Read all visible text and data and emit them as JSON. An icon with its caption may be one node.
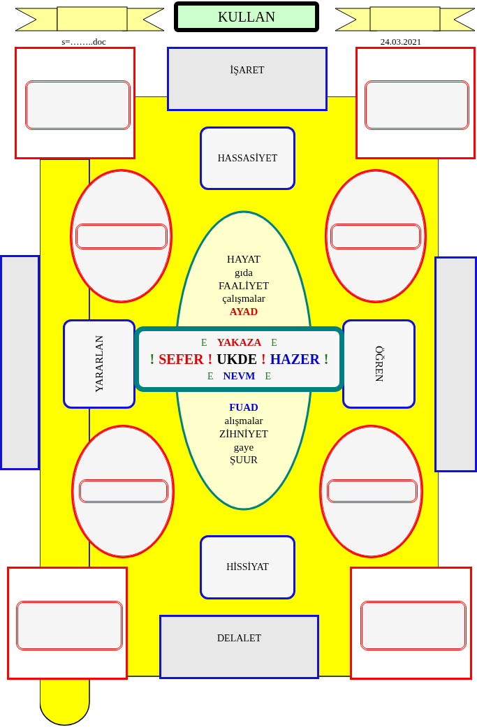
{
  "diagram": {
    "nodes": [
      {
        "text": [],
        "shape": "ribbon"
      },
      {
        "text": [
          "KULLAN"
        ]
      },
      {
        "text": [],
        "shape": "ribbon"
      },
      {
        "text": [],
        "shape": "box"
      },
      {
        "text": [],
        "shape": "box",
        "in": 3
      },
      {
        "text": [
          "İŞARET"
        ]
      },
      {
        "text": [],
        "shape": "box"
      },
      {
        "text": [],
        "shape": "box",
        "in": 6
      },
      {
        "text": [
          "HASSASİYET"
        ]
      },
      {
        "text": [],
        "shape": "ellipse"
      },
      {
        "text": [],
        "shape": "box",
        "in": 9
      },
      {
        "text": [],
        "shape": "ellipse"
      },
      {
        "text": [],
        "shape": "box",
        "in": 11
      },
      {
        "text": [
          "HAYAT",
          "gıda",
          "FAALİYET",
          "çalışmalar",
          "AYAD",
          "FUAD",
          "alışmalar",
          "ZİHNİYET",
          "gaye",
          "ŞUUR"
        ]
      },
      {
        "text": [],
        "shape": "box"
      },
      {
        "text": [],
        "shape": "box"
      },
      {
        "text": [
          "YARARLAN"
        ]
      },
      {
        "text": [
          "E",
          "YAKAZA",
          "E",
          "!",
          "SEFER",
          "!",
          "UKDE",
          "!",
          "HAZER",
          "!",
          "E",
          "NEVM",
          "E"
        ]
      },
      {
        "text": [
          "ÖĞREN"
        ]
      },
      {
        "text": [],
        "shape": "ellipse"
      },
      {
        "text": [],
        "shape": "box",
        "in": 19
      },
      {
        "text": [],
        "shape": "ellipse"
      },
      {
        "text": [],
        "shape": "box",
        "in": 21
      },
      {
        "text": [
          "HİSSİYAT"
        ]
      },
      {
        "text": [],
        "shape": "box"
      },
      {
        "text": [],
        "shape": "box",
        "in": 24
      },
      {
        "text": [],
        "shape": "box"
      },
      {
        "text": [],
        "shape": "box",
        "in": 26
      },
      {
        "text": [
          "DELALET"
        ]
      }
    ],
    "labels": [
      "s=……..doc",
      "24.03.2021"
    ]
  }
}
